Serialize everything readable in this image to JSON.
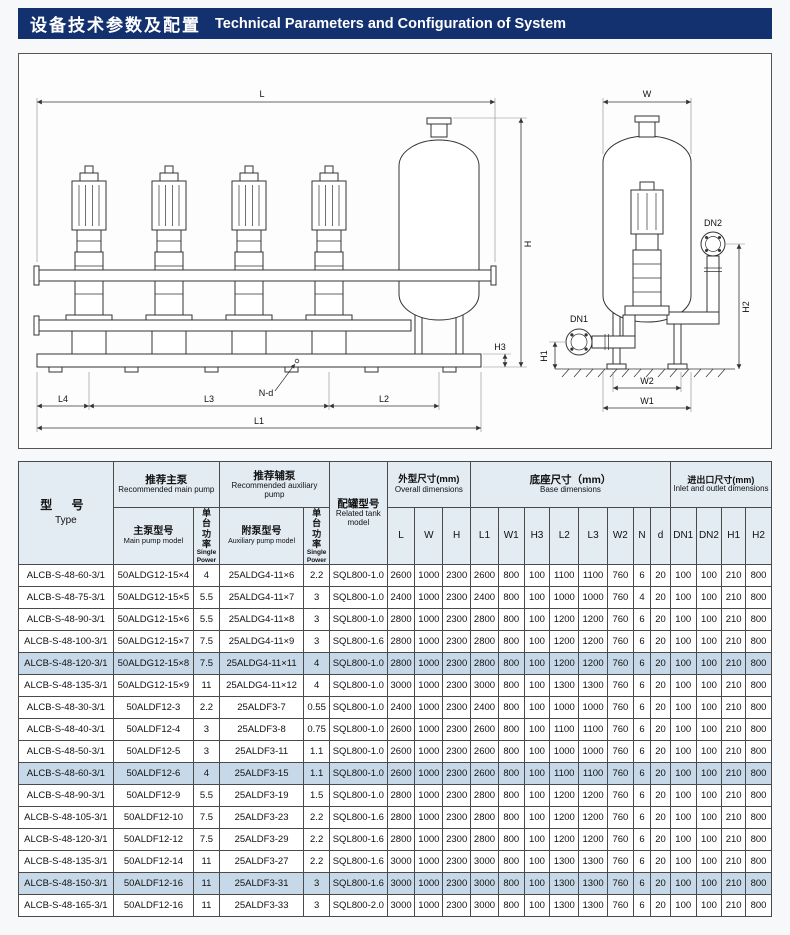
{
  "banner": {
    "zh": "设备技术参数及配置",
    "en": "Technical Parameters and Configuration of System"
  },
  "colors": {
    "banner_bg": "#14316f",
    "table_header_bg": "#e3ebf3",
    "row_highlight": "#c7d9e8"
  },
  "diagram": {
    "labels": {
      "L": "L",
      "W": "W",
      "H": "H",
      "H1": "H1",
      "H2": "H2",
      "H3": "H3",
      "L1": "L1",
      "L2": "L2",
      "L3": "L3",
      "L4": "L4",
      "W1": "W1",
      "W2": "W2",
      "Nd": "N-d",
      "DN1": "DN1",
      "DN2": "DN2"
    }
  },
  "table": {
    "groups": {
      "type_zh": "型  号",
      "type_en": "Type",
      "main_pump_zh": "推荐主泵",
      "main_pump_en": "Recommended main pump",
      "aux_pump_zh": "推荐辅泵",
      "aux_pump_en": "Recommended auxiliary pump",
      "tank_zh": "配罐型号",
      "tank_en": "Related tank model",
      "overall_zh": "外型尺寸(mm)",
      "overall_en": "Overall dimensions",
      "base_zh": "底座尺寸（mm）",
      "base_en": "Base dimensions",
      "inlet_zh": "进出口尺寸(mm)",
      "inlet_en": "Inlet and outlet dimensions",
      "main_model_zh": "主泵型号",
      "main_model_en": "Main pump model",
      "aux_model_zh": "附泵型号",
      "aux_model_en": "Auxiliary pump model",
      "power_zh": "单台功率",
      "power_en": "Single Power"
    },
    "dim_headers": [
      "L",
      "W",
      "H",
      "L1",
      "W1",
      "H3",
      "L2",
      "L3",
      "W2",
      "N",
      "d",
      "DN1",
      "DN2",
      "H1",
      "H2"
    ],
    "highlighted_rows": [
      4,
      9,
      14
    ],
    "rows": [
      [
        "ALCB-S-48-60-3/1",
        "50ALDG12-15×4",
        "4",
        "25ALDG4-11×6",
        "2.2",
        "SQL800-1.0",
        "2600",
        "1000",
        "2300",
        "2600",
        "800",
        "100",
        "1100",
        "1100",
        "760",
        "6",
        "20",
        "100",
        "100",
        "210",
        "800"
      ],
      [
        "ALCB-S-48-75-3/1",
        "50ALDG12-15×5",
        "5.5",
        "25ALDG4-11×7",
        "3",
        "SQL800-1.0",
        "2400",
        "1000",
        "2300",
        "2400",
        "800",
        "100",
        "1000",
        "1000",
        "760",
        "4",
        "20",
        "100",
        "100",
        "210",
        "800"
      ],
      [
        "ALCB-S-48-90-3/1",
        "50ALDG12-15×6",
        "5.5",
        "25ALDG4-11×8",
        "3",
        "SQL800-1.0",
        "2800",
        "1000",
        "2300",
        "2800",
        "800",
        "100",
        "1200",
        "1200",
        "760",
        "6",
        "20",
        "100",
        "100",
        "210",
        "800"
      ],
      [
        "ALCB-S-48-100-3/1",
        "50ALDG12-15×7",
        "7.5",
        "25ALDG4-11×9",
        "3",
        "SQL800-1.6",
        "2800",
        "1000",
        "2300",
        "2800",
        "800",
        "100",
        "1200",
        "1200",
        "760",
        "6",
        "20",
        "100",
        "100",
        "210",
        "800"
      ],
      [
        "ALCB-S-48-120-3/1",
        "50ALDG12-15×8",
        "7.5",
        "25ALDG4-11×11",
        "4",
        "SQL800-1.0",
        "2800",
        "1000",
        "2300",
        "2800",
        "800",
        "100",
        "1200",
        "1200",
        "760",
        "6",
        "20",
        "100",
        "100",
        "210",
        "800"
      ],
      [
        "ALCB-S-48-135-3/1",
        "50ALDG12-15×9",
        "11",
        "25ALDG4-11×12",
        "4",
        "SQL800-1.0",
        "3000",
        "1000",
        "2300",
        "3000",
        "800",
        "100",
        "1300",
        "1300",
        "760",
        "6",
        "20",
        "100",
        "100",
        "210",
        "800"
      ],
      [
        "ALCB-S-48-30-3/1",
        "50ALDF12-3",
        "2.2",
        "25ALDF3-7",
        "0.55",
        "SQL800-1.0",
        "2400",
        "1000",
        "2300",
        "2400",
        "800",
        "100",
        "1000",
        "1000",
        "760",
        "6",
        "20",
        "100",
        "100",
        "210",
        "800"
      ],
      [
        "ALCB-S-48-40-3/1",
        "50ALDF12-4",
        "3",
        "25ALDF3-8",
        "0.75",
        "SQL800-1.0",
        "2600",
        "1000",
        "2300",
        "2600",
        "800",
        "100",
        "1100",
        "1100",
        "760",
        "6",
        "20",
        "100",
        "100",
        "210",
        "800"
      ],
      [
        "ALCB-S-48-50-3/1",
        "50ALDF12-5",
        "3",
        "25ALDF3-11",
        "1.1",
        "SQL800-1.0",
        "2600",
        "1000",
        "2300",
        "2600",
        "800",
        "100",
        "1000",
        "1000",
        "760",
        "6",
        "20",
        "100",
        "100",
        "210",
        "800"
      ],
      [
        "ALCB-S-48-60-3/1",
        "50ALDF12-6",
        "4",
        "25ALDF3-15",
        "1.1",
        "SQL800-1.0",
        "2600",
        "1000",
        "2300",
        "2600",
        "800",
        "100",
        "1100",
        "1100",
        "760",
        "6",
        "20",
        "100",
        "100",
        "210",
        "800"
      ],
      [
        "ALCB-S-48-90-3/1",
        "50ALDF12-9",
        "5.5",
        "25ALDF3-19",
        "1.5",
        "SQL800-1.0",
        "2800",
        "1000",
        "2300",
        "2800",
        "800",
        "100",
        "1200",
        "1200",
        "760",
        "6",
        "20",
        "100",
        "100",
        "210",
        "800"
      ],
      [
        "ALCB-S-48-105-3/1",
        "50ALDF12-10",
        "7.5",
        "25ALDF3-23",
        "2.2",
        "SQL800-1.6",
        "2800",
        "1000",
        "2300",
        "2800",
        "800",
        "100",
        "1200",
        "1200",
        "760",
        "6",
        "20",
        "100",
        "100",
        "210",
        "800"
      ],
      [
        "ALCB-S-48-120-3/1",
        "50ALDF12-12",
        "7.5",
        "25ALDF3-29",
        "2.2",
        "SQL800-1.6",
        "2800",
        "1000",
        "2300",
        "2800",
        "800",
        "100",
        "1200",
        "1200",
        "760",
        "6",
        "20",
        "100",
        "100",
        "210",
        "800"
      ],
      [
        "ALCB-S-48-135-3/1",
        "50ALDF12-14",
        "11",
        "25ALDF3-27",
        "2.2",
        "SQL800-1.6",
        "3000",
        "1000",
        "2300",
        "3000",
        "800",
        "100",
        "1300",
        "1300",
        "760",
        "6",
        "20",
        "100",
        "100",
        "210",
        "800"
      ],
      [
        "ALCB-S-48-150-3/1",
        "50ALDF12-16",
        "11",
        "25ALDF3-31",
        "3",
        "SQL800-1.6",
        "3000",
        "1000",
        "2300",
        "3000",
        "800",
        "100",
        "1300",
        "1300",
        "760",
        "6",
        "20",
        "100",
        "100",
        "210",
        "800"
      ],
      [
        "ALCB-S-48-165-3/1",
        "50ALDF12-16",
        "11",
        "25ALDF3-33",
        "3",
        "SQL800-2.0",
        "3000",
        "1000",
        "2300",
        "3000",
        "800",
        "100",
        "1300",
        "1300",
        "760",
        "6",
        "20",
        "100",
        "100",
        "210",
        "800"
      ]
    ]
  }
}
